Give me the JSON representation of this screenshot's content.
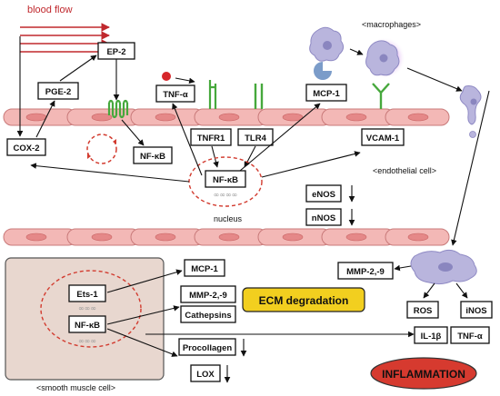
{
  "colors": {
    "blood_flow": "#c0282d",
    "endothelium": "#f3b8b6",
    "smooth_muscle_panel": "#e8d7cf",
    "nucleus_ring": "#d23b2f",
    "ecm_box": "#f2cf1f",
    "inflammation": "#d63a2f",
    "receptor": "#46a83c",
    "macrophage": "#b9b5dd"
  },
  "labels": {
    "blood_flow": "blood flow",
    "macrophages": "<macrophages>",
    "endothelial_cell": "<endothelial cell>",
    "smooth_muscle_cell": "<smooth muscle cell>",
    "nucleus": "nucleus"
  },
  "boxes": {
    "ep2": "EP-2",
    "pge2": "PGE-2",
    "tnfa_top": "TNF-α",
    "mcp1_top": "MCP-1",
    "cox2": "COX-2",
    "nfkb_endo": "NF-κB",
    "tnfr1": "TNFR1",
    "tlr4": "TLR4",
    "nfkb_nucleus": "NF-κB",
    "vcam1": "VCAM-1",
    "enos": "eNOS",
    "nnos": "nNOS",
    "ets1": "Ets-1",
    "nfkb_smc": "NF-κB",
    "mcp1_smc": "MCP-1",
    "mmp_smc": "MMP-2,-9",
    "cathepsins": "Cathepsins",
    "procollagen": "Procollagen",
    "lox": "LOX",
    "ecm_degradation": "ECM degradation",
    "mmp_mac": "MMP-2,-9",
    "ros": "ROS",
    "inos": "iNOS",
    "il1b": "IL-1β",
    "tnfa_mac": "TNF-α",
    "inflammation": "INFLAMMATION"
  }
}
